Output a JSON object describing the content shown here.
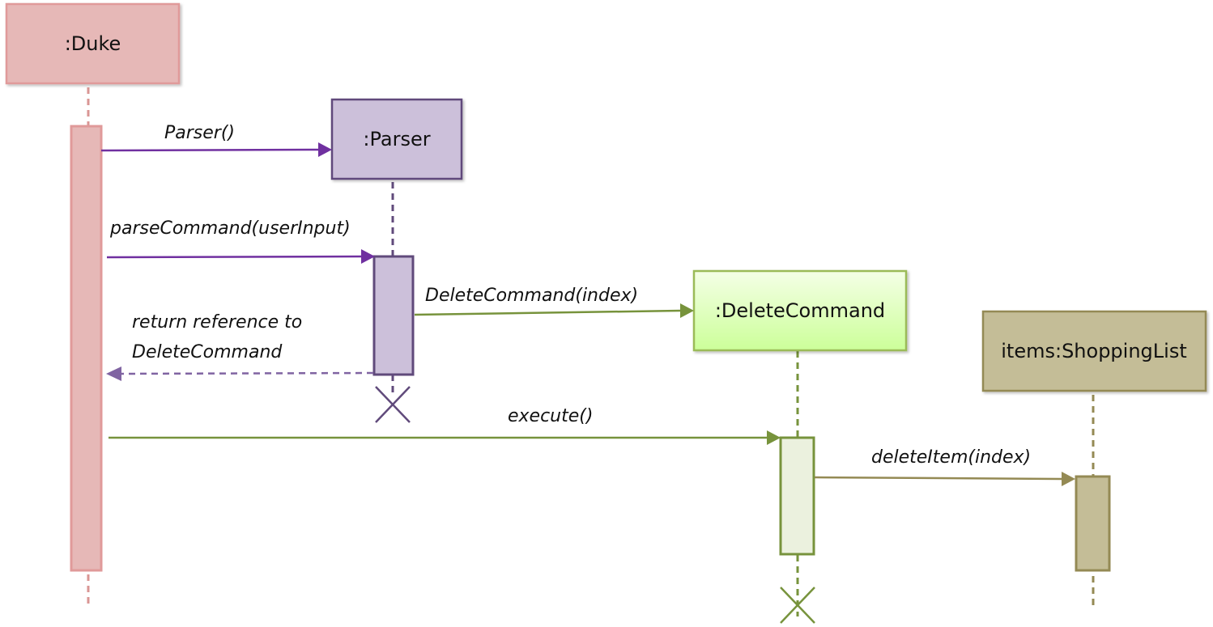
{
  "participants": {
    "duke": {
      "label": ":Duke",
      "fill": "#E6B8B7",
      "stroke": "#E09A9A",
      "lifeline": "#D99694",
      "activation_fill": "#E6B8B7",
      "activation_stroke": "#E09A9A"
    },
    "parser": {
      "label": ":Parser",
      "fill": "#CCC0DA",
      "stroke": "#604A7B",
      "lifeline": "#604A7B",
      "activation_fill": "#CCC0DA",
      "activation_stroke": "#604A7B"
    },
    "delete_command": {
      "label": ":DeleteCommand",
      "fill_top": "#F4FFE6",
      "fill_bottom": "#CCFF99",
      "stroke": "#9BBB59",
      "lifeline": "#77933C",
      "activation_fill": "#EBF1DE",
      "activation_stroke": "#77933C"
    },
    "shopping_list": {
      "label": "items:ShoppingList",
      "fill": "#C4BD97",
      "stroke": "#948A54",
      "lifeline": "#948A54",
      "activation_fill": "#C4BD97",
      "activation_stroke": "#948A54"
    }
  },
  "messages": {
    "parser_create": {
      "label": "Parser()",
      "color": "#7030A0"
    },
    "parse_command": {
      "label": "parseCommand(userInput)",
      "color": "#7030A0"
    },
    "return_reference": {
      "line1": "return reference to",
      "line2": "DeleteCommand",
      "color": "#8064A2"
    },
    "delete_command_create": {
      "label": "DeleteCommand(index)",
      "color": "#77933C"
    },
    "execute": {
      "label": "execute()",
      "color": "#77933C"
    },
    "delete_item": {
      "label": "deleteItem(index)",
      "color": "#948A54"
    }
  },
  "destroy_markers": {
    "parser": {
      "color": "#604A7B"
    },
    "delete_command": {
      "color": "#77933C"
    }
  }
}
